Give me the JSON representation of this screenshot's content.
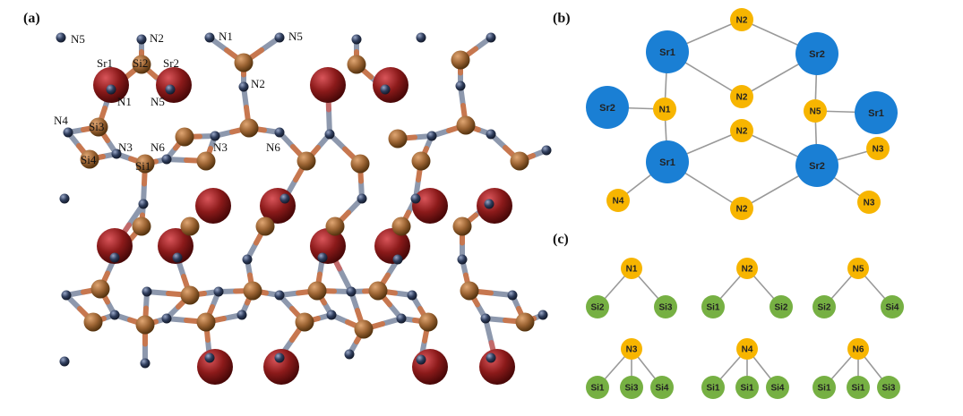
{
  "panels": {
    "a": "(a)",
    "b": "(b)",
    "c": "(c)"
  },
  "colors": {
    "sr_ball": "#8b1a1a",
    "si_ball": "#9c6433",
    "n_ball": "#2f3d5c",
    "sr_node": "#1a7fd4",
    "n_node": "#f7b500",
    "si_node": "#76b043",
    "edge": "#999999"
  },
  "structure_labels": [
    {
      "text": "N5"
    },
    {
      "text": "N2"
    },
    {
      "text": "N1"
    },
    {
      "text": "N5"
    },
    {
      "text": "Sr1"
    },
    {
      "text": "Si2"
    },
    {
      "text": "Sr2"
    },
    {
      "text": "N2"
    },
    {
      "text": "N1"
    },
    {
      "text": "N5"
    },
    {
      "text": "N4"
    },
    {
      "text": "Si3"
    },
    {
      "text": "N3"
    },
    {
      "text": "N6"
    },
    {
      "text": "N3"
    },
    {
      "text": "N6"
    },
    {
      "text": "Si4"
    },
    {
      "text": "Si1"
    }
  ],
  "graph_b": {
    "nodes": [
      {
        "id": "sr1_top",
        "label": "Sr1",
        "type": "Sr"
      },
      {
        "id": "sr2_top",
        "label": "Sr2",
        "type": "Sr"
      },
      {
        "id": "sr2_left",
        "label": "Sr2",
        "type": "Sr"
      },
      {
        "id": "sr1_right",
        "label": "Sr1",
        "type": "Sr"
      },
      {
        "id": "sr1_bot",
        "label": "Sr1",
        "type": "Sr"
      },
      {
        "id": "sr2_bot",
        "label": "Sr2",
        "type": "Sr"
      },
      {
        "id": "n2_top",
        "label": "N2",
        "type": "N"
      },
      {
        "id": "n2_mid",
        "label": "N2",
        "type": "N"
      },
      {
        "id": "n1",
        "label": "N1",
        "type": "N"
      },
      {
        "id": "n5",
        "label": "N5",
        "type": "N"
      },
      {
        "id": "n2_c",
        "label": "N2",
        "type": "N"
      },
      {
        "id": "n3_r",
        "label": "N3",
        "type": "N"
      },
      {
        "id": "n4",
        "label": "N4",
        "type": "N"
      },
      {
        "id": "n2_bot",
        "label": "N2",
        "type": "N"
      },
      {
        "id": "n3_br",
        "label": "N3",
        "type": "N"
      }
    ],
    "edges": [
      [
        "sr1_top",
        "n2_top"
      ],
      [
        "n2_top",
        "sr2_top"
      ],
      [
        "sr1_top",
        "n2_mid"
      ],
      [
        "n2_mid",
        "sr2_top"
      ],
      [
        "sr1_top",
        "n1"
      ],
      [
        "sr2_left",
        "n1"
      ],
      [
        "n1",
        "sr1_bot"
      ],
      [
        "sr2_top",
        "n5"
      ],
      [
        "n5",
        "sr1_right"
      ],
      [
        "n5",
        "sr2_bot"
      ],
      [
        "sr1_bot",
        "n2_c"
      ],
      [
        "n2_c",
        "sr2_bot"
      ],
      [
        "sr2_bot",
        "n3_r"
      ],
      [
        "sr1_bot",
        "n4"
      ],
      [
        "sr1_bot",
        "n2_bot"
      ],
      [
        "n2_bot",
        "sr2_bot"
      ],
      [
        "sr2_bot",
        "n3_br"
      ]
    ]
  },
  "graph_c": [
    {
      "center": "N1",
      "neighbors": [
        "Si2",
        "Si3"
      ]
    },
    {
      "center": "N2",
      "neighbors": [
        "Si1",
        "Si2"
      ]
    },
    {
      "center": "N5",
      "neighbors": [
        "Si2",
        "Si4"
      ]
    },
    {
      "center": "N3",
      "neighbors": [
        "Si1",
        "Si3",
        "Si4"
      ]
    },
    {
      "center": "N4",
      "neighbors": [
        "Si1",
        "Si1",
        "Si4"
      ]
    },
    {
      "center": "N6",
      "neighbors": [
        "Si1",
        "Si1",
        "Si3"
      ]
    }
  ]
}
